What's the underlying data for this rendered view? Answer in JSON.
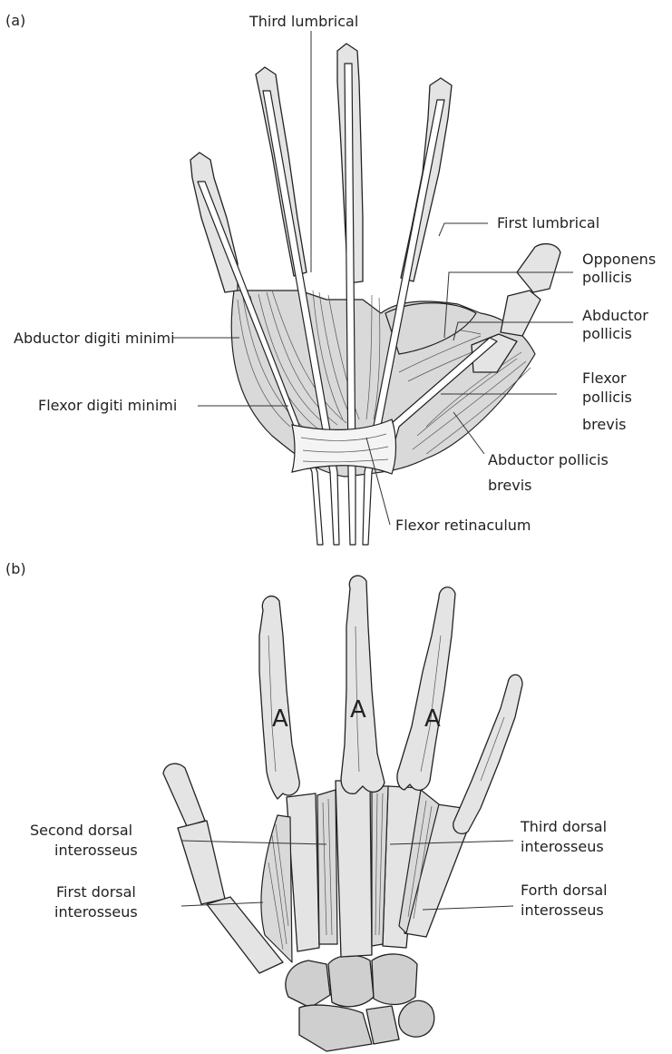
{
  "panels": {
    "a": {
      "panel_label": "(a)",
      "labels": {
        "third_lumbrical": "Third lumbrical",
        "first_lumbrical": "First lumbrical",
        "opponens_pollicis_1": "Opponens",
        "opponens_pollicis_2": "pollicis",
        "abductor_pollicis_1": "Abductor",
        "abductor_pollicis_2": "pollicis",
        "abductor_digiti_minimi": "Abductor digiti minimi",
        "flexor_digiti_minimi": "Flexor digiti minimi",
        "flexor_pollicis_brevis_1": "Flexor",
        "flexor_pollicis_brevis_2": "pollicis",
        "flexor_pollicis_brevis_3": "brevis",
        "abductor_pollicis_brevis_1": "Abductor pollicis",
        "abductor_pollicis_brevis_2": "brevis",
        "flexor_retinaculum": "Flexor retinaculum"
      }
    },
    "b": {
      "panel_label": "(b)",
      "bone_marks": [
        "A",
        "A",
        "A"
      ],
      "labels": {
        "second_dorsal_1": "Second dorsal",
        "second_dorsal_2": "interosseus",
        "first_dorsal_1": "First dorsal",
        "first_dorsal_2": "interosseus",
        "third_dorsal_1": "Third dorsal",
        "third_dorsal_2": "interosseus",
        "forth_dorsal_1": "Forth dorsal",
        "forth_dorsal_2": "interosseus"
      }
    }
  }
}
